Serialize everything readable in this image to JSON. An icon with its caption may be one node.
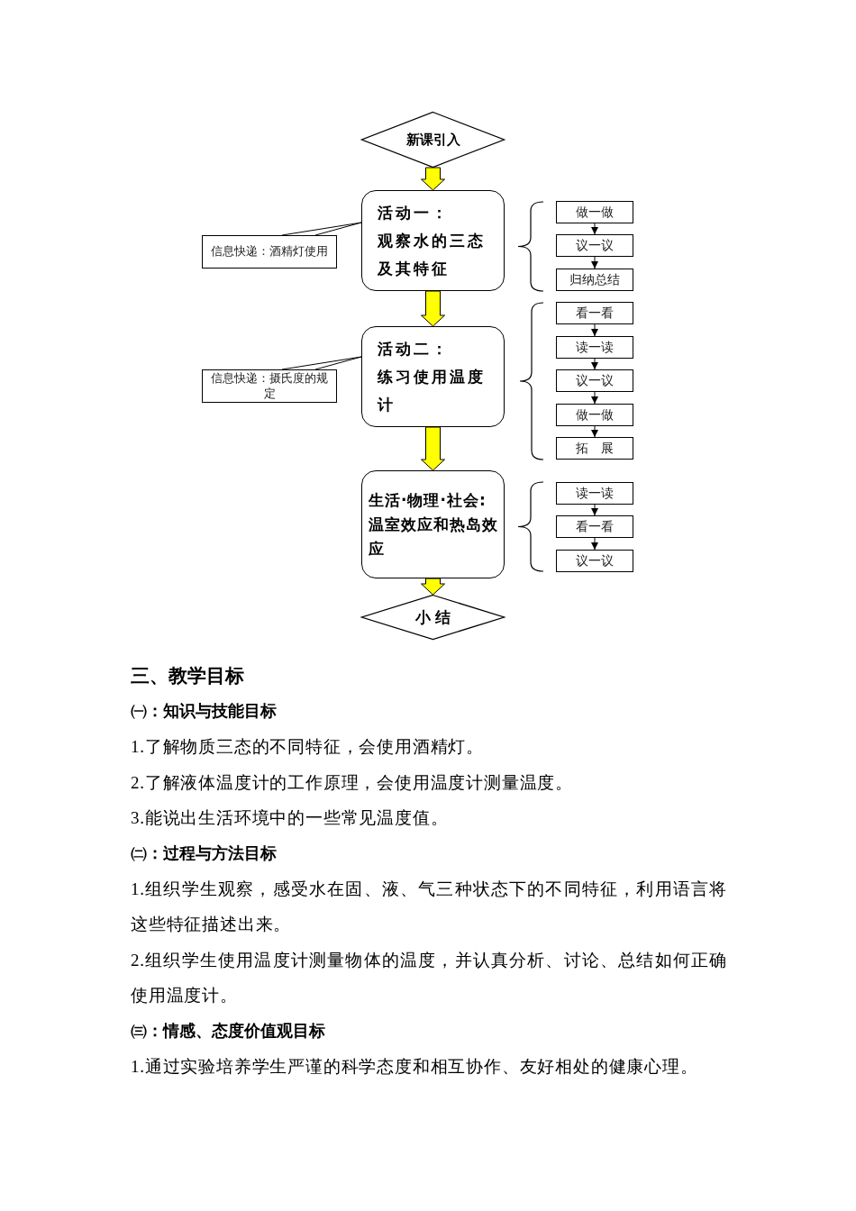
{
  "diagram": {
    "nodes": [
      {
        "text": [
          "新课引入"
        ]
      },
      {
        "text": [
          "信息快递：酒精灯使用"
        ]
      },
      {
        "text": [
          "活动一：",
          "观察水的三态及其特征"
        ]
      },
      {
        "text": [
          "做一做"
        ]
      },
      {
        "text": [
          "议一议"
        ]
      },
      {
        "text": [
          "归纳总结"
        ]
      },
      {
        "text": [
          "信息快递：摄氏度的规定"
        ]
      },
      {
        "text": [
          "活动二：",
          "练习使用温度计"
        ]
      },
      {
        "text": [
          "看一看"
        ]
      },
      {
        "text": [
          "读一读"
        ]
      },
      {
        "text": [
          "议一议"
        ]
      },
      {
        "text": [
          "做一做"
        ]
      },
      {
        "text": [
          "拓　展"
        ]
      },
      {
        "text": [
          "生活·物理·社会:",
          "温室效应和热岛效应"
        ]
      },
      {
        "text": [
          "读一读"
        ]
      },
      {
        "text": [
          "看一看"
        ]
      },
      {
        "text": [
          "议一议"
        ]
      },
      {
        "text": [
          "小 结"
        ]
      }
    ],
    "edges": [
      {
        "from": 0,
        "to": 2,
        "arrow": "to",
        "style": "thick",
        "color": "#ffff00"
      },
      {
        "from": 1,
        "to": 2,
        "arrow": "none"
      },
      {
        "from": 3,
        "to": 4,
        "arrow": "to"
      },
      {
        "from": 4,
        "to": 5,
        "arrow": "to"
      },
      {
        "from": 2,
        "to": 7,
        "arrow": "to",
        "style": "thick",
        "color": "#ffff00"
      },
      {
        "from": 6,
        "to": 7,
        "arrow": "none"
      },
      {
        "from": 8,
        "to": 9,
        "arrow": "to"
      },
      {
        "from": 9,
        "to": 10,
        "arrow": "to"
      },
      {
        "from": 10,
        "to": 11,
        "arrow": "to"
      },
      {
        "from": 11,
        "to": 12,
        "arrow": "to"
      },
      {
        "from": 7,
        "to": 13,
        "arrow": "to",
        "style": "thick",
        "color": "#ffff00"
      },
      {
        "from": 14,
        "to": 15,
        "arrow": "to"
      },
      {
        "from": 15,
        "to": 16,
        "arrow": "to"
      },
      {
        "from": 13,
        "to": 17,
        "arrow": "to",
        "style": "thick",
        "color": "#ffff00"
      }
    ],
    "labels": [
      "三、教学目标",
      "㈠：知识与技能目标",
      "1.了解物质三态的不同特征，会使用酒精灯。",
      "2.了解液体温度计的工作原理，会使用温度计测量温度。",
      "3.能说出生活环境中的一些常见温度值。",
      "㈡：过程与方法目标",
      "1.组织学生观察，感受水在固、液、气三种状态下的不同特征，利用语言将这些特征描述出来。",
      "2.组织学生使用温度计测量物体的温度，并认真分析、讨论、总结如何正确使用温度计。",
      "㈢：情感、态度价值观目标",
      "1.通过实验培养学生严谨的科学态度和相互协作、友好相处的健康心理。"
    ]
  }
}
